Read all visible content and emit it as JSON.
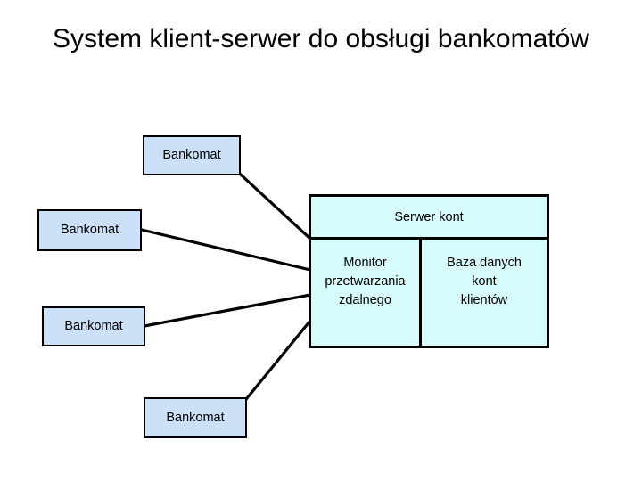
{
  "slide": {
    "title": "System klient-serwer do obsługi bankomatów",
    "background_color": "#ffffff"
  },
  "colors": {
    "atm_fill": "#cce1f7",
    "server_fill": "#d6fbfa",
    "stroke": "#000000",
    "text": "#000000"
  },
  "diagram": {
    "type": "client-server-architecture",
    "clients": [
      {
        "label": "Bankomat",
        "id": "atm-1"
      },
      {
        "label": "Bankomat",
        "id": "atm-2"
      },
      {
        "label": "Bankomat",
        "id": "atm-3"
      },
      {
        "label": "Bankomat",
        "id": "atm-4"
      }
    ],
    "server": {
      "title": "Serwer kont",
      "compartments": [
        {
          "id": "monitor",
          "label": "Monitor\nprzetwarzania\nzdalnego"
        },
        {
          "id": "database",
          "label": "Baza danych\nkont\nklientów"
        }
      ]
    },
    "connections": [
      {
        "from": "atm-1",
        "to": "server"
      },
      {
        "from": "atm-2",
        "to": "server"
      },
      {
        "from": "atm-3",
        "to": "server"
      },
      {
        "from": "atm-4",
        "to": "server"
      }
    ]
  }
}
